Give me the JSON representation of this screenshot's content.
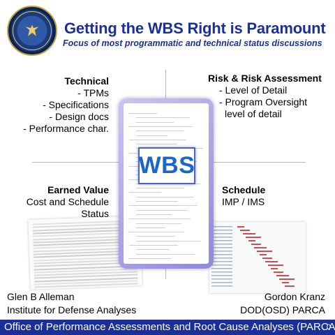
{
  "header": {
    "title": "Getting the WBS Right is Paramount",
    "subtitle": "Focus of most programmatic and technical status discussions"
  },
  "quadrants": {
    "technical": {
      "heading": "Technical",
      "items": [
        "- TPMs",
        "- Specifications",
        "- Design docs",
        "- Performance char."
      ]
    },
    "risk": {
      "heading": "Risk & Risk Assessment",
      "items": [
        "- Level of Detail",
        "- Program Oversight",
        "level of detail"
      ]
    },
    "earned_value": {
      "heading": "Earned Value",
      "items": [
        "Cost and Schedule Status"
      ]
    },
    "schedule": {
      "heading": "Schedule",
      "items": [
        "IMP / IMS"
      ]
    }
  },
  "center": {
    "label": "WBS"
  },
  "authors": {
    "left": {
      "name": "Glen B Alleman",
      "org": "Institute for Defense Analyses"
    },
    "right": {
      "name": "Gordon Kranz",
      "org": "DOD(OSD) PARCA"
    }
  },
  "footer": {
    "text": "Office of Performance Assessments and Root Cause Analyses (PARCA)",
    "page": "0"
  },
  "colors": {
    "title_blue": "#1a2f98",
    "wbs_blue": "#1a66c9",
    "card_purple": "#8f89d8"
  },
  "icons": {
    "seal": "dod-seal-icon"
  }
}
